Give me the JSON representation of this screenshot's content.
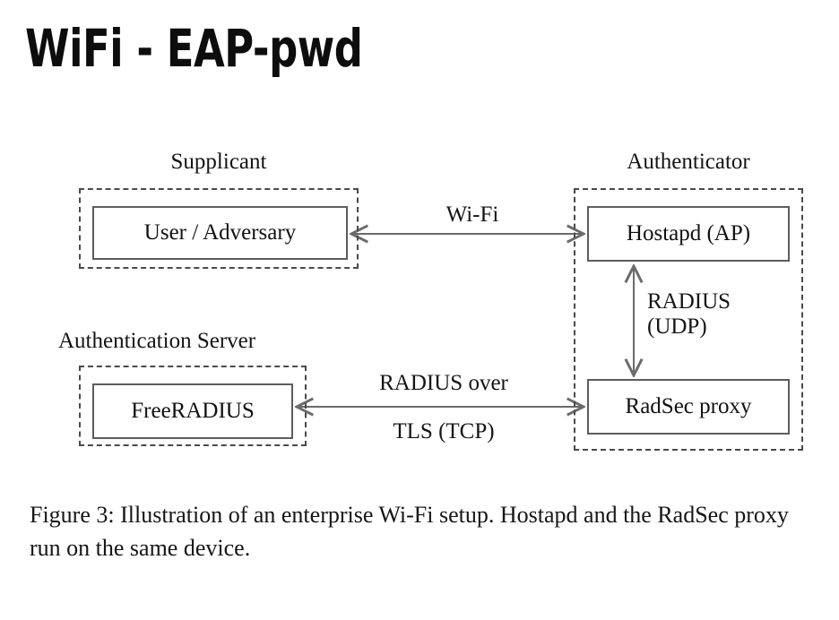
{
  "slide": {
    "title": "WiFi - EAP-pwd"
  },
  "figure": {
    "groups": [
      {
        "id": "supplicant",
        "label": "Supplicant"
      },
      {
        "id": "authenticator",
        "label": "Authenticator"
      },
      {
        "id": "authserver",
        "label": "Authentication Server"
      }
    ],
    "nodes": [
      {
        "id": "user",
        "label": "User / Adversary"
      },
      {
        "id": "hostapd",
        "label": "Hostapd (AP)"
      },
      {
        "id": "radsec",
        "label": "RadSec proxy"
      },
      {
        "id": "freerad",
        "label": "FreeRADIUS"
      }
    ],
    "edges": [
      {
        "id": "wifi",
        "label": "Wi-Fi",
        "from": "user",
        "to": "hostapd",
        "arrows": "both"
      },
      {
        "id": "radius_udp",
        "label_line1": "RADIUS",
        "label_line2": "(UDP)",
        "from": "hostapd",
        "to": "radsec",
        "arrows": "both"
      },
      {
        "id": "radius_tls",
        "label_line1": "RADIUS over",
        "label_line2": "TLS (TCP)",
        "from": "freerad",
        "to": "radsec",
        "arrows": "both"
      }
    ],
    "colors": {
      "background": "#ffffff",
      "text": "#111111",
      "node_border": "#5d5d5d",
      "group_border": "#4a4a4a",
      "arrow": "#6b6b6b"
    }
  },
  "caption": {
    "text": "Figure 3: Illustration of an enterprise Wi-Fi setup. Hostapd and the RadSec proxy run on the same device."
  }
}
